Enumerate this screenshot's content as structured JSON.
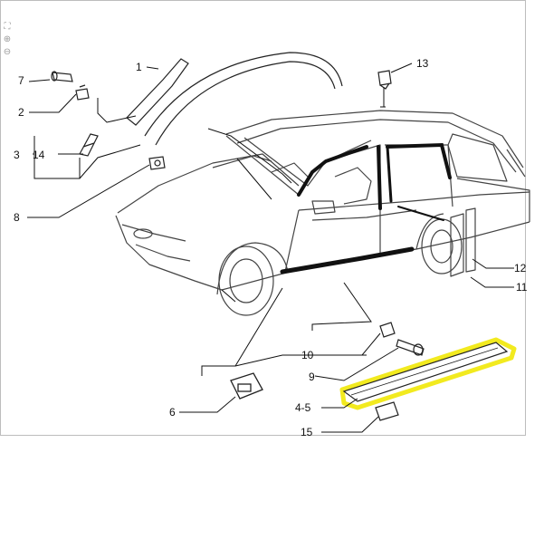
{
  "toolbar": {
    "fullscreen_icon": "expand-icon",
    "zoom_in_icon": "zoom-in-icon",
    "zoom_out_icon": "zoom-out-icon"
  },
  "colors": {
    "highlight": "#f2ea1f",
    "line": "#111111",
    "border": "#bdbdbd"
  },
  "callouts": {
    "c1": "1",
    "c2": "2",
    "c3": "3",
    "c4_5": "4-5",
    "c6": "6",
    "c7": "7",
    "c8": "8",
    "c9": "9",
    "c10": "10",
    "c11": "11",
    "c12": "12",
    "c13": "13",
    "c14": "14",
    "c15": "15"
  }
}
